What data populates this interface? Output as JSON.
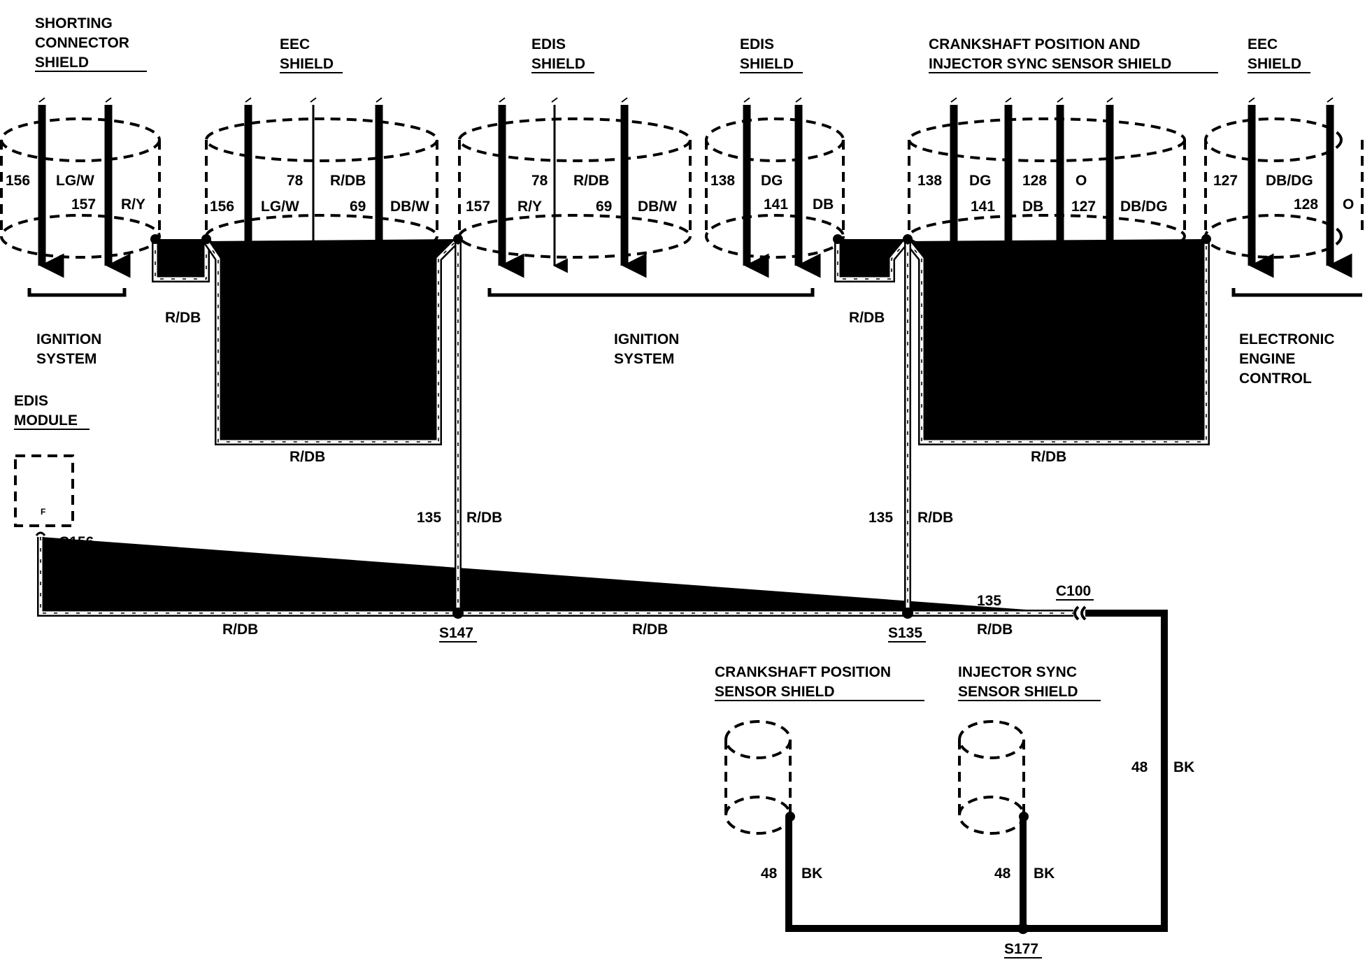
{
  "shields": {
    "shorting_connector": [
      "SHORTING",
      "CONNECTOR",
      "SHIELD"
    ],
    "eec_1": [
      "EEC",
      "SHIELD"
    ],
    "edis_1": [
      "EDIS",
      "SHIELD"
    ],
    "edis_2": [
      "EDIS",
      "SHIELD"
    ],
    "ckp_injector": [
      "CRANKSHAFT POSITION AND",
      "INJECTOR SYNC SENSOR SHIELD"
    ],
    "eec_2": [
      "EEC",
      "SHIELD"
    ],
    "ckp_sensor": [
      "CRANKSHAFT POSITION",
      "SENSOR SHIELD"
    ],
    "injector_sensor": [
      "INJECTOR SYNC",
      "SENSOR SHIELD"
    ]
  },
  "edis_module": {
    "title": [
      "EDIS",
      "MODULE"
    ],
    "pin": "F",
    "connector": "C156"
  },
  "systems": {
    "ignition": [
      "IGNITION",
      "SYSTEM"
    ],
    "electronic_engine_control": [
      "ELECTRONIC",
      "ENGINE",
      "CONTROL"
    ]
  },
  "wires": {
    "c156_pin": "156",
    "lgw": "LG/W",
    "c157_pin": "157",
    "ry": "R/Y",
    "c78_pin": "78",
    "rdb": "R/DB",
    "c69_pin": "69",
    "dbw": "DB/W",
    "c138_pin": "138",
    "dg": "DG",
    "c141_pin": "141",
    "db": "DB",
    "c128_pin": "128",
    "o": "O",
    "c127_pin": "127",
    "dbdg": "DB/DG",
    "c135": "135",
    "c48": "48",
    "bk": "BK"
  },
  "splices": {
    "s147": "S147",
    "s135": "S135",
    "s177": "S177"
  },
  "connectors": {
    "c100": "C100"
  }
}
